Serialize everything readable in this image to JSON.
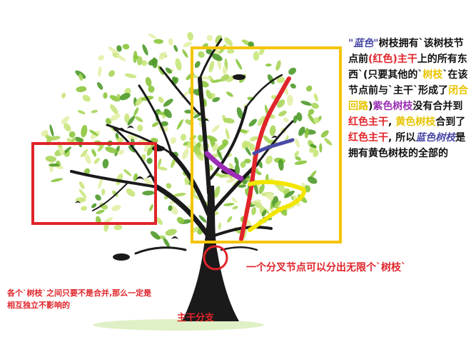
{
  "explanation": {
    "segments": [
      {
        "text": "\"蓝色\"",
        "color": "blue"
      },
      {
        "text": "树枝拥有`该树枝节点前",
        "color": "dark"
      },
      {
        "text": "(红色)主干",
        "color": "red"
      },
      {
        "text": "上的所有东西`(只要其他的`",
        "color": "dark"
      },
      {
        "text": "树枝",
        "color": "yellow"
      },
      {
        "text": "`在该节点前与`主干`形成了",
        "color": "dark"
      },
      {
        "text": "闭合回路",
        "color": "yellow"
      },
      {
        "text": ")",
        "color": "dark"
      },
      {
        "text": "紫色树枝",
        "color": "purple"
      },
      {
        "text": "没有合并到",
        "color": "dark"
      },
      {
        "text": "红色主干",
        "color": "red"
      },
      {
        "text": ", ",
        "color": "dark"
      },
      {
        "text": "黄色树枝",
        "color": "yellow"
      },
      {
        "text": "合到了",
        "color": "dark"
      },
      {
        "text": "红色主干",
        "color": "red"
      },
      {
        "text": ", 所以",
        "color": "dark"
      },
      {
        "text": "蓝色树枝",
        "color": "blue"
      },
      {
        "text": "是拥有黄色树枝的全部的",
        "color": "dark"
      }
    ]
  },
  "node_label": "一个分叉节点可以分出无限个`树枝`",
  "independence_note": "各个`树枝`之间只要不是合并,那么一定是相互独立不影响的",
  "trunk_branch_label": "主干分支",
  "colors": {
    "red": "#e0242a",
    "blue": "#4a4aa6",
    "yellow": "#f2e600",
    "purple": "#9a2fb4",
    "frame_yellow": "#f5c400",
    "frame_red": "#e0242a",
    "trunk": "#1a1a1a",
    "leaf_light": "#c8e67a",
    "leaf_mid": "#8cc63e",
    "leaf_dark": "#4f9a2a"
  }
}
